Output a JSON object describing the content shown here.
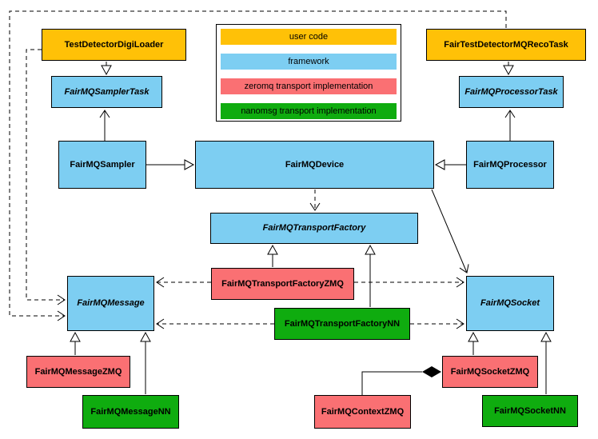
{
  "colors": {
    "user_code": "#FFC107",
    "framework": "#7DCEF2",
    "zeromq": "#FA7073",
    "nanomsg": "#0FAC0F"
  },
  "legend": {
    "items": [
      {
        "label": "user code",
        "color": "#FFC107"
      },
      {
        "label": "framework",
        "color": "#7DCEF2"
      },
      {
        "label": "zeromq transport implementation",
        "color": "#FA7073"
      },
      {
        "label": "nanomsg transport implementation",
        "color": "#0FAC0F"
      }
    ]
  },
  "nodes": {
    "testDetectorDigiLoader": "TestDetectorDigiLoader",
    "fairTestDetectorMQRecoTask": "FairTestDetectorMQRecoTask",
    "fairMQSamplerTask": "FairMQSamplerTask",
    "fairMQProcessorTask": "FairMQProcessorTask",
    "fairMQSampler": "FairMQSampler",
    "fairMQDevice": "FairMQDevice",
    "fairMQProcessor": "FairMQProcessor",
    "fairMQTransportFactory": "FairMQTransportFactory",
    "fairMQTransportFactoryZMQ": "FairMQTransportFactoryZMQ",
    "fairMQTransportFactoryNN": "FairMQTransportFactoryNN",
    "fairMQMessage": "FairMQMessage",
    "fairMQSocket": "FairMQSocket",
    "fairMQMessageZMQ": "FairMQMessageZMQ",
    "fairMQMessageNN": "FairMQMessageNN",
    "fairMQSocketZMQ": "FairMQSocketZMQ",
    "fairMQSocketNN": "FairMQSocketNN",
    "fairMQContextZMQ": "FairMQContextZMQ"
  }
}
